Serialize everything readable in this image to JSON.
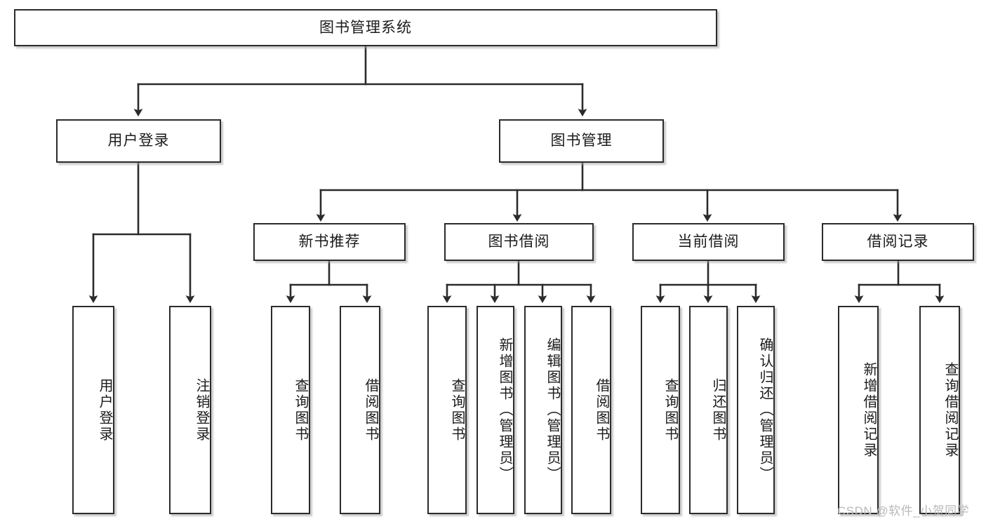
{
  "diagram": {
    "type": "tree-hierarchy",
    "title": "图书管理系统",
    "orientation": "top-down",
    "colors": {
      "box_border": "#2b2b2b",
      "box_fill": "#ffffff",
      "edge": "#2b2b2b",
      "watermark": "#b9b9b9",
      "background": "#ffffff"
    },
    "levels": 4
  },
  "nodes": {
    "root": {
      "label": "图书管理系统",
      "level": 1
    },
    "level2": [
      {
        "id": "user-login",
        "label": "用户登录",
        "level": 2
      },
      {
        "id": "book-management",
        "label": "图书管理",
        "level": 2
      }
    ],
    "level3": [
      {
        "id": "new-book-recommend",
        "label": "新书推荐",
        "level": 3,
        "parent": "book-management"
      },
      {
        "id": "book-borrow",
        "label": "图书借阅",
        "level": 3,
        "parent": "book-management"
      },
      {
        "id": "current-borrow",
        "label": "当前借阅",
        "level": 3,
        "parent": "book-management"
      },
      {
        "id": "borrow-record",
        "label": "借阅记录",
        "level": 3,
        "parent": "book-management"
      }
    ],
    "leaves": [
      {
        "id": "leaf-user-login",
        "label": "用户登录",
        "parent": "user-login"
      },
      {
        "id": "leaf-logout-login",
        "label": "注销登录",
        "parent": "user-login"
      },
      {
        "id": "leaf-query-book-1",
        "label": "查询图书",
        "parent": "new-book-recommend"
      },
      {
        "id": "leaf-borrow-book-1",
        "label": "借阅图书",
        "parent": "new-book-recommend"
      },
      {
        "id": "leaf-query-book-2",
        "label": "查询图书",
        "parent": "book-borrow"
      },
      {
        "id": "leaf-add-book",
        "label": "新增图书（管理员）",
        "parent": "book-borrow"
      },
      {
        "id": "leaf-edit-book",
        "label": "编辑图书（管理员）",
        "parent": "book-borrow"
      },
      {
        "id": "leaf-borrow-book-2",
        "label": "借阅图书",
        "parent": "book-borrow"
      },
      {
        "id": "leaf-query-book-3",
        "label": "查询图书",
        "parent": "current-borrow"
      },
      {
        "id": "leaf-return-book",
        "label": "归还图书",
        "parent": "current-borrow"
      },
      {
        "id": "leaf-confirm-return",
        "label": "确认归还（管理员）",
        "parent": "current-borrow"
      },
      {
        "id": "leaf-add-record",
        "label": "新增借阅记录",
        "parent": "borrow-record"
      },
      {
        "id": "leaf-query-record",
        "label": "查询借阅记录",
        "parent": "borrow-record"
      }
    ]
  },
  "watermark": {
    "text": "CSDN @软件_小贺同学"
  }
}
